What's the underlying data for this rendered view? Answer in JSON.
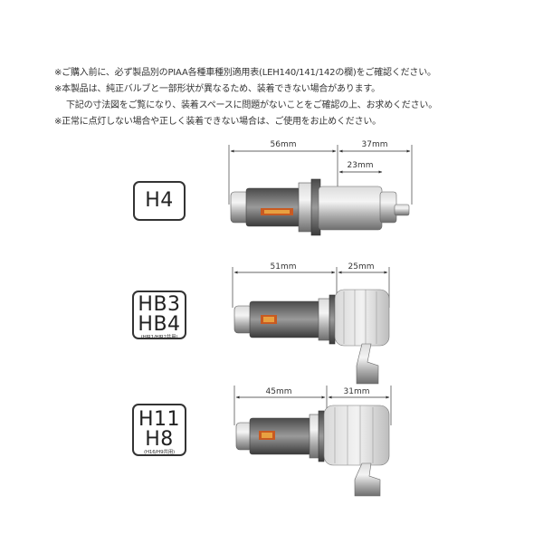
{
  "notes": [
    "※ご購入前に、必ず製品別のPIAA各種車種別適用表(LEH140/141/142の欄)をご確認ください。",
    "※本製品は、純正バルブと一部形状が異なるため、装着できない場合があります。",
    "下記の寸法図をご覧になり、装着スペースに問題がないことをご確認の上、お求めください。",
    "※正常に点灯しない場合や正しく装着できない場合は、ご使用をお止めください。"
  ],
  "bulbs": [
    {
      "type": "H4",
      "dims": {
        "total_front": "56mm",
        "rear": "37mm",
        "base": "23mm"
      }
    },
    {
      "type_line1": "HB3",
      "type_line2": "HB4",
      "compat": "(HIR1/HIR2共用)",
      "dims": {
        "front": "51mm",
        "rear": "25mm"
      }
    },
    {
      "type_line1": "H11",
      "type_line2": "H8",
      "compat": "(H16/H9共用)",
      "dims": {
        "front": "45mm",
        "rear": "31mm"
      }
    }
  ]
}
